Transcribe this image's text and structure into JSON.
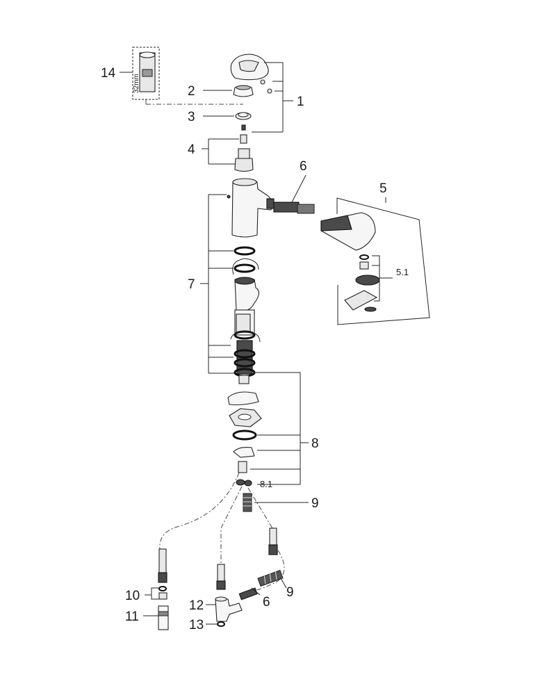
{
  "callouts": {
    "c1": "1",
    "c2": "2",
    "c3": "3",
    "c4": "4",
    "c5": "5",
    "c5_1": "5.1",
    "c6a": "6",
    "c6b": "6",
    "c7": "7",
    "c8": "8",
    "c8_1": "8.1",
    "c9a": "9",
    "c9b": "9",
    "c10": "10",
    "c11": "11",
    "c12": "12",
    "c13": "13",
    "c14": "14"
  },
  "tool_label": "32mm"
}
